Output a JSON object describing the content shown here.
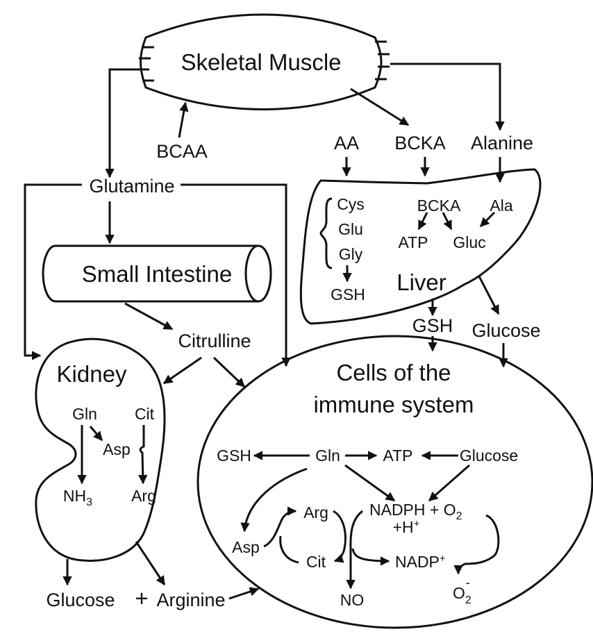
{
  "title_organs": {
    "muscle": "Skeletal Muscle",
    "intestine": "Small Intestine",
    "liver": "Liver",
    "kidney": "Kidney",
    "immune_line1": "Cells of the",
    "immune_line2": "immune system"
  },
  "metabolites": {
    "bcaa": "BCAA",
    "glutamine": "Glutamine",
    "aa": "AA",
    "bcka": "BCKA",
    "alanine": "Alanine",
    "citrulline": "Citrulline",
    "glucose_out": "Glucose",
    "arginine_out": "Arginine",
    "plus": "+",
    "gsh_between": "GSH",
    "glucose_between": "Glucose"
  },
  "liver_items": {
    "cys": "Cys",
    "glu": "Glu",
    "gly": "Gly",
    "gsh": "GSH",
    "bcka": "BCKA",
    "ala": "Ala",
    "atp": "ATP",
    "gluc": "Gluc"
  },
  "kidney_items": {
    "gln": "Gln",
    "cit": "Cit",
    "asp": "Asp",
    "nh": "NH",
    "nh_sub": "3",
    "arg": "Arg"
  },
  "immune_items": {
    "gsh": "GSH",
    "gln": "Gln",
    "atp": "ATP",
    "glucose": "Glucose",
    "arg": "Arg",
    "asp": "Asp",
    "cit": "Cit",
    "no": "NO",
    "nadph": "NADPH + O",
    "nadph_sub": "2",
    "h": "+H",
    "h_sup": "+",
    "nadp": "NADP",
    "nadp_sup": "+",
    "o2": "O",
    "o2_sub": "2",
    "o2_sup": "-"
  }
}
